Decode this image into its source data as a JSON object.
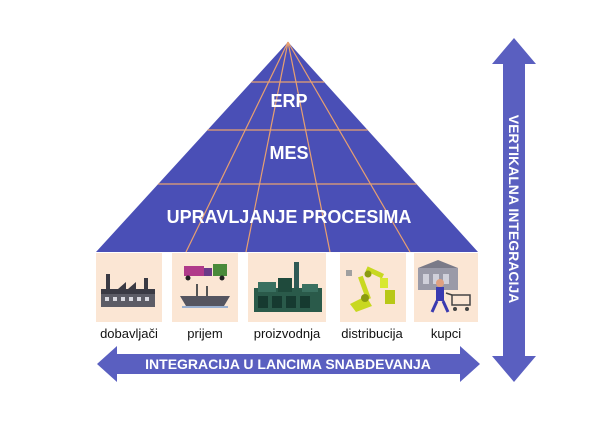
{
  "colors": {
    "pyramid": "#4a4fb6",
    "pyramid_lines": "#e8a070",
    "arrow": "#5a5fc0",
    "tile_bg": "#fbe6d4",
    "text_light": "#ffffff",
    "text_dark": "#111111"
  },
  "pyramid": {
    "levels": [
      {
        "label": "ERP"
      },
      {
        "label": "MES"
      },
      {
        "label": "UPRAVLJANJE PROCESIMA"
      }
    ]
  },
  "stages": [
    {
      "label": "dobavljači",
      "icon": "factory-icon"
    },
    {
      "label": "prijem",
      "icon": "truck-ship-icon"
    },
    {
      "label": "proizvodnja",
      "icon": "industrial-plant-icon"
    },
    {
      "label": "distribucija",
      "icon": "robot-arm-icon"
    },
    {
      "label": "kupci",
      "icon": "shopper-cart-icon"
    }
  ],
  "horizontal_arrow": {
    "label": "INTEGRACIJA U LANCIMA SNABDEVANJA"
  },
  "vertical_arrow": {
    "label": "VERTIKALNA INTEGRACIJA"
  }
}
